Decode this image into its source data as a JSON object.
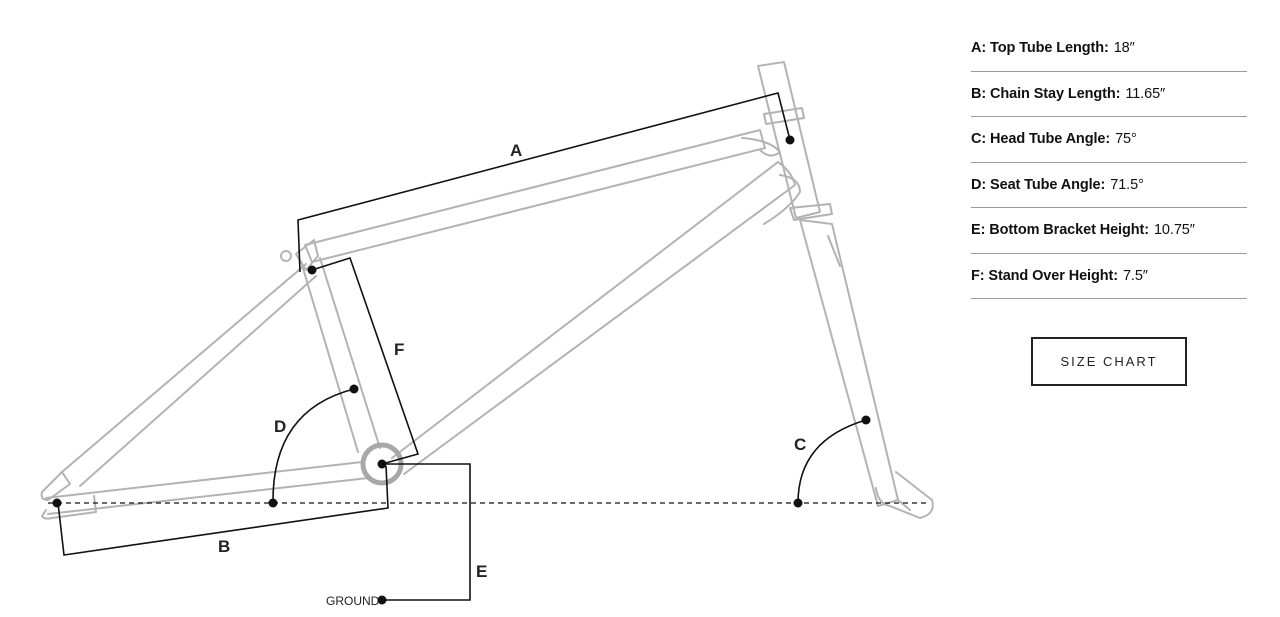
{
  "diagram": {
    "dimension_letters": {
      "a": "A",
      "b": "B",
      "c": "C",
      "d": "D",
      "e": "E",
      "f": "F"
    },
    "ground_label": "GROUND"
  },
  "specs": [
    {
      "label": "A: Top Tube Length:",
      "value": "18″"
    },
    {
      "label": "B: Chain Stay Length:",
      "value": "11.65″"
    },
    {
      "label": "C: Head Tube Angle:",
      "value": "75°"
    },
    {
      "label": "D: Seat Tube Angle:",
      "value": "71.5°"
    },
    {
      "label": "E: Bottom Bracket Height:",
      "value": "10.75″"
    },
    {
      "label": "F: Stand Over Height:",
      "value": "7.5″"
    }
  ],
  "size_chart_label": "SIZE CHART"
}
